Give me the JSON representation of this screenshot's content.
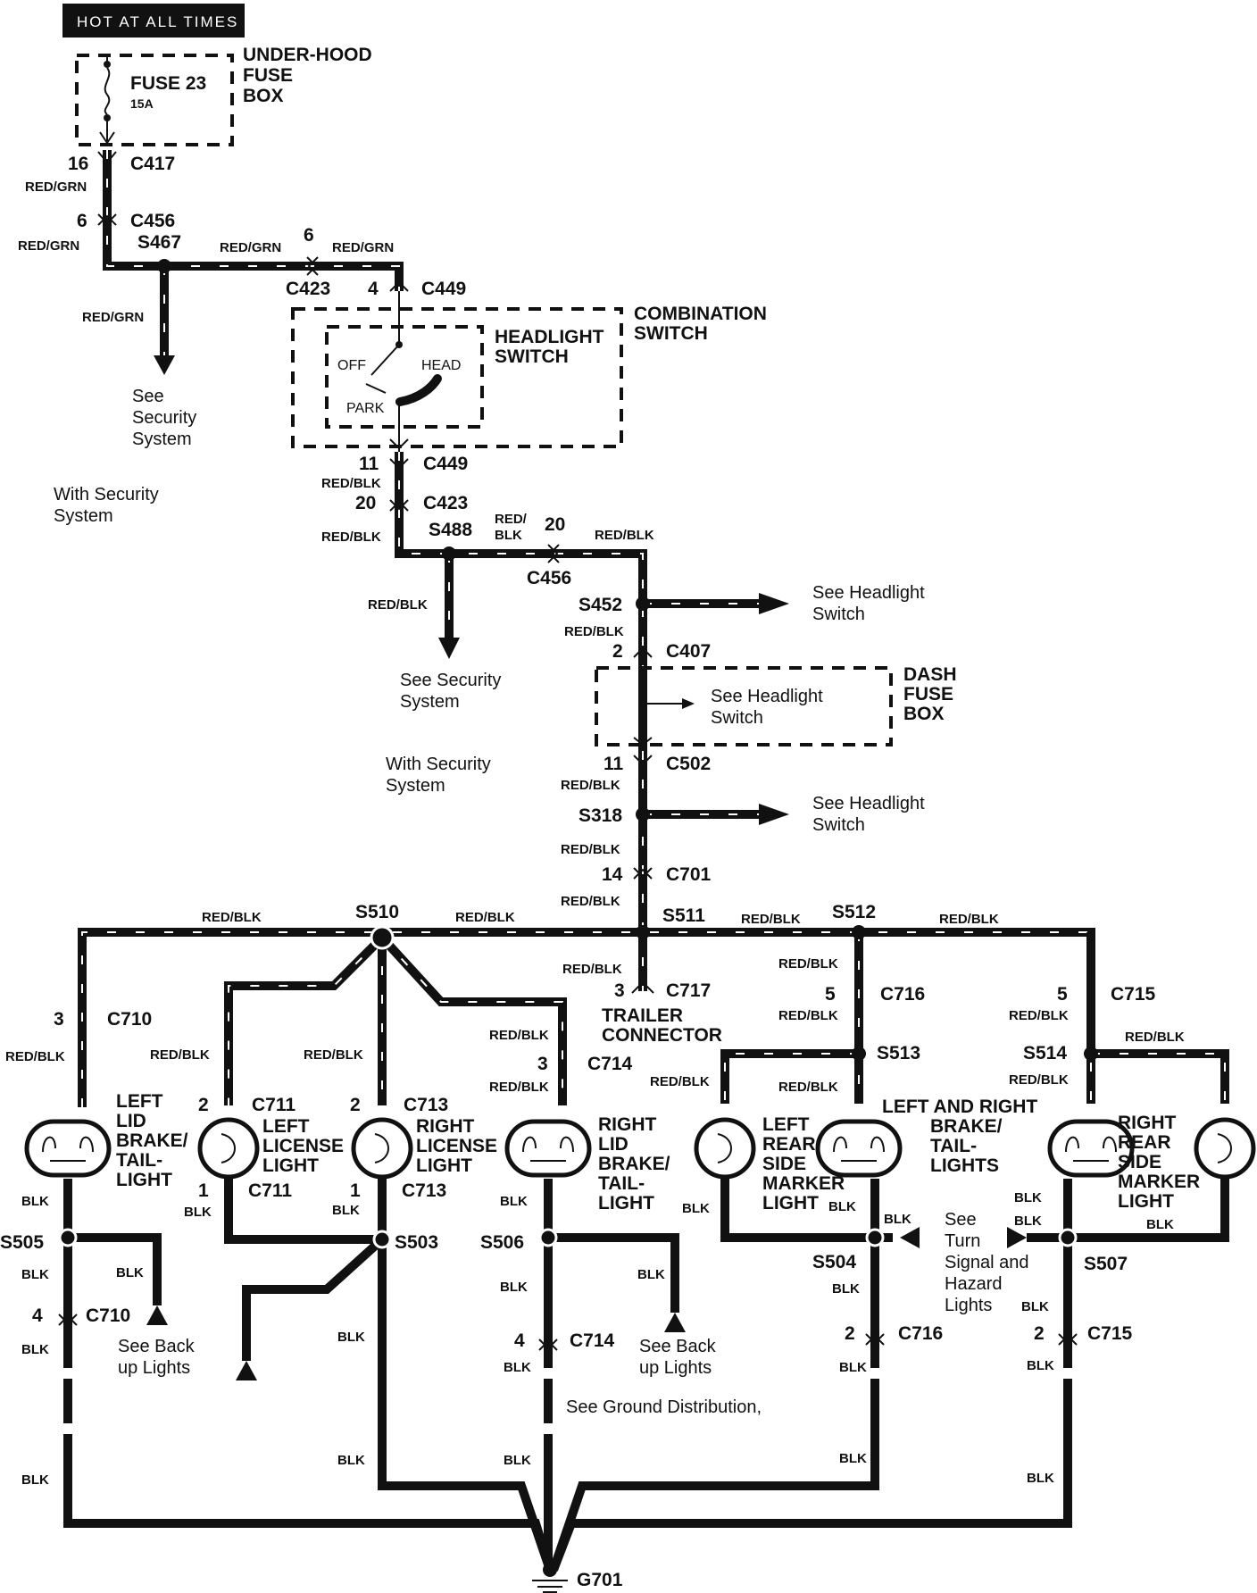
{
  "header": {
    "title": "HOT AT ALL TIMES"
  },
  "fuse": {
    "name": "FUSE 23",
    "rating": "15A",
    "box": [
      "UNDER-HOOD",
      "FUSE",
      "BOX"
    ]
  },
  "connectors": {
    "c417_pin": "16",
    "c417": "C417",
    "c456_pin_top": "6",
    "c456_top": "C456",
    "s467": "S467",
    "c423_pin_top": "6",
    "c423_top": "C423",
    "c449_pin_top": "4",
    "c449_top": "C449",
    "c449_pin_bot": "11",
    "c449_bot": "C449",
    "c423_pin_bot": "20",
    "c423_bot": "C423",
    "s488": "S488",
    "c456_pin_bot": "20",
    "c456_bot": "C456",
    "s452": "S452",
    "c407_pin": "2",
    "c407": "C407",
    "c502_pin": "11",
    "c502": "C502",
    "s318": "S318",
    "c701_pin": "14",
    "c701": "C701",
    "s510": "S510",
    "s511": "S511",
    "s512": "S512",
    "c717_pin": "3",
    "c717": "C717",
    "c716_pin": "5",
    "c716": "C716",
    "c715_pin": "5",
    "c715": "C715",
    "s513": "S513",
    "s514": "S514",
    "c710_pin": "3",
    "c710": "C710",
    "c711_pin": "2",
    "c711": "C711",
    "c713_pin": "2",
    "c713": "C713",
    "c714_pin": "3",
    "c714": "C714",
    "c711_pin_b": "1",
    "c711_b": "C711",
    "c713_pin_b": "1",
    "c713_b": "C713",
    "s505": "S505",
    "s503": "S503",
    "s506": "S506",
    "s504": "S504",
    "s507": "S507",
    "c710_pin_b": "4",
    "c710_b": "C710",
    "c714_pin_b": "4",
    "c714_b": "C714",
    "c716_pin_b": "2",
    "c716_b": "C716",
    "c715_pin_b": "2",
    "c715_b": "C715",
    "g701": "G701"
  },
  "wires": {
    "red_grn": "RED/GRN",
    "red_blk": "RED/BLK",
    "red_slash": "RED/",
    "blk_part": "BLK",
    "blk": "BLK"
  },
  "switch": {
    "combination": [
      "COMBINATION",
      "SWITCH"
    ],
    "headlight": [
      "HEADLIGHT",
      "SWITCH"
    ],
    "off": "OFF",
    "head": "HEAD",
    "park": "PARK"
  },
  "dash_fuse_box": [
    "DASH",
    "FUSE",
    "BOX"
  ],
  "notes": {
    "see_security_1": [
      "See",
      "Security",
      "System"
    ],
    "with_security_1": [
      "With Security",
      "System"
    ],
    "see_security_2": [
      "See Security",
      "System"
    ],
    "with_security_2": [
      "With Security",
      "System"
    ],
    "see_headlight": [
      "See Headlight",
      "Switch"
    ],
    "see_backup": [
      "See Back",
      "up Lights"
    ],
    "see_turn": [
      "See",
      "Turn",
      "Signal and",
      "Hazard",
      "Lights"
    ],
    "see_ground": "See Ground Distribution,"
  },
  "lamps": {
    "left_lid": [
      "LEFT",
      "LID",
      "BRAKE/",
      "TAIL-",
      "LIGHT"
    ],
    "left_license": [
      "LEFT",
      "LICENSE",
      "LIGHT"
    ],
    "right_license": [
      "RIGHT",
      "LICENSE",
      "LIGHT"
    ],
    "right_lid": [
      "RIGHT",
      "LID",
      "BRAKE/",
      "TAIL-",
      "LIGHT"
    ],
    "left_marker": [
      "LEFT",
      "REAR",
      "SIDE",
      "MARKER",
      "LIGHT"
    ],
    "brake_tail": [
      "LEFT AND RIGHT",
      "BRAKE/",
      "TAIL-",
      "LIGHTS"
    ],
    "right_marker": [
      "RIGHT",
      "REAR",
      "SIDE",
      "MARKER",
      "LIGHT"
    ]
  },
  "trailer": [
    "TRAILER",
    "CONNECTOR"
  ]
}
